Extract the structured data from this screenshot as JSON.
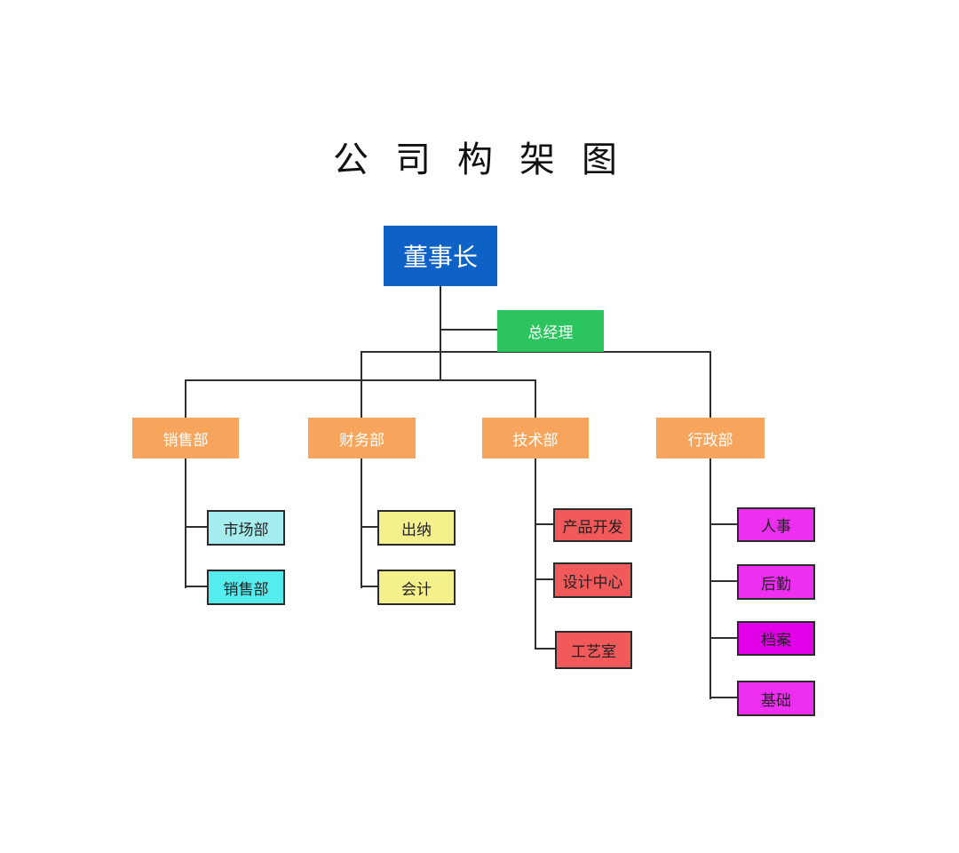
{
  "title": "公 司 构 架 图",
  "colors": {
    "chairman_blue": "#0E62C6",
    "gm_green": "#2CC45E",
    "dept_orange": "#F7A55C",
    "cyan_light": "#A6EDF0",
    "cyan_bright": "#55ECEE",
    "yellow": "#F4F18C",
    "red": "#F2595B",
    "magenta": "#EC2FF0",
    "magenta_deep": "#E200E8",
    "line": "#2F2F2F",
    "text_dark": "#222222",
    "text_white": "#FFFFFF"
  },
  "org": {
    "chairman": {
      "label": "董事长"
    },
    "general_manager": {
      "label": "总经理"
    },
    "departments": [
      {
        "label": "销售部",
        "children": [
          "市场部",
          "销售部"
        ]
      },
      {
        "label": "财务部",
        "children": [
          "出纳",
          "会计"
        ]
      },
      {
        "label": "技术部",
        "children": [
          "产品开发",
          "设计中心",
          "工艺室"
        ]
      },
      {
        "label": "行政部",
        "children": [
          "人事",
          "后勤",
          "档案",
          "基础"
        ]
      }
    ]
  }
}
